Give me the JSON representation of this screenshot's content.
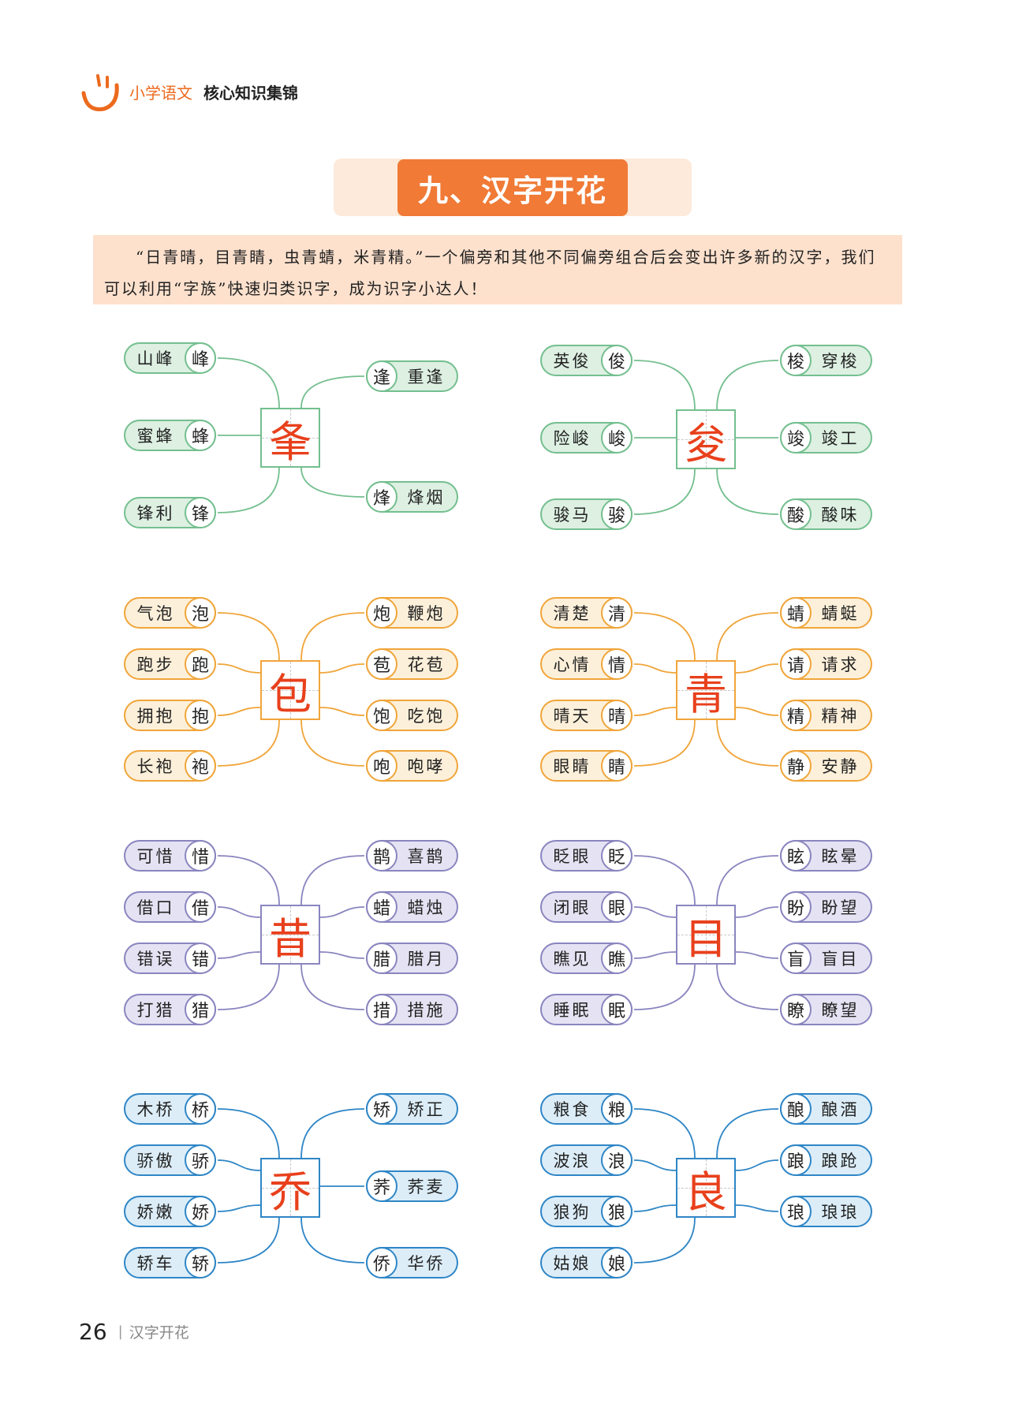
{
  "header": {
    "series": "小学语文",
    "book": "核心知识集锦",
    "logo_icon": "smile-icon"
  },
  "title": "九、汉字开花",
  "intro": "“日青晴，目青睛，虫青蜻，米青精。”一个偏旁和其他不同偏旁组合后会变出许多新的汉字，我们可以利用“字族”快速归类识字，成为识字小达人！",
  "colors": {
    "green": {
      "line": "#74bf8f",
      "fill": "#ddf0e2"
    },
    "orange": {
      "line": "#f0a53a",
      "fill": "#fdf0da"
    },
    "purple": {
      "line": "#8a85bf",
      "fill": "#e5e3f3"
    },
    "blue": {
      "line": "#2f86c6",
      "fill": "#dcedf8"
    },
    "center_char": "#e8401c"
  },
  "groups": [
    {
      "center": "夆",
      "theme": "green",
      "left": [
        {
          "word": "山峰",
          "char": "峰"
        },
        {
          "word": "蜜蜂",
          "char": "蜂"
        },
        {
          "word": "锋利",
          "char": "锋"
        }
      ],
      "right": [
        {
          "char": "逢",
          "word": "重逢"
        },
        {
          "char": "烽",
          "word": "烽烟"
        }
      ]
    },
    {
      "center": "夋",
      "theme": "green",
      "left": [
        {
          "word": "英俊",
          "char": "俊"
        },
        {
          "word": "险峻",
          "char": "峻"
        },
        {
          "word": "骏马",
          "char": "骏"
        }
      ],
      "right": [
        {
          "char": "梭",
          "word": "穿梭"
        },
        {
          "char": "竣",
          "word": "竣工"
        },
        {
          "char": "酸",
          "word": "酸味"
        }
      ]
    },
    {
      "center": "包",
      "theme": "orange",
      "left": [
        {
          "word": "气泡",
          "char": "泡"
        },
        {
          "word": "跑步",
          "char": "跑"
        },
        {
          "word": "拥抱",
          "char": "抱"
        },
        {
          "word": "长袍",
          "char": "袍"
        }
      ],
      "right": [
        {
          "char": "炮",
          "word": "鞭炮"
        },
        {
          "char": "苞",
          "word": "花苞"
        },
        {
          "char": "饱",
          "word": "吃饱"
        },
        {
          "char": "咆",
          "word": "咆哮"
        }
      ]
    },
    {
      "center": "青",
      "theme": "orange",
      "left": [
        {
          "word": "清楚",
          "char": "清"
        },
        {
          "word": "心情",
          "char": "情"
        },
        {
          "word": "晴天",
          "char": "晴"
        },
        {
          "word": "眼睛",
          "char": "睛"
        }
      ],
      "right": [
        {
          "char": "蜻",
          "word": "蜻蜓"
        },
        {
          "char": "请",
          "word": "请求"
        },
        {
          "char": "精",
          "word": "精神"
        },
        {
          "char": "静",
          "word": "安静"
        }
      ]
    },
    {
      "center": "昔",
      "theme": "purple",
      "left": [
        {
          "word": "可惜",
          "char": "惜"
        },
        {
          "word": "借口",
          "char": "借"
        },
        {
          "word": "错误",
          "char": "错"
        },
        {
          "word": "打猎",
          "char": "猎"
        }
      ],
      "right": [
        {
          "char": "鹊",
          "word": "喜鹊"
        },
        {
          "char": "蜡",
          "word": "蜡烛"
        },
        {
          "char": "腊",
          "word": "腊月"
        },
        {
          "char": "措",
          "word": "措施"
        }
      ]
    },
    {
      "center": "目",
      "theme": "purple",
      "left": [
        {
          "word": "眨眼",
          "char": "眨"
        },
        {
          "word": "闭眼",
          "char": "眼"
        },
        {
          "word": "瞧见",
          "char": "瞧"
        },
        {
          "word": "睡眠",
          "char": "眠"
        }
      ],
      "right": [
        {
          "char": "眩",
          "word": "眩晕"
        },
        {
          "char": "盼",
          "word": "盼望"
        },
        {
          "char": "盲",
          "word": "盲目"
        },
        {
          "char": "瞭",
          "word": "瞭望"
        }
      ]
    },
    {
      "center": "乔",
      "theme": "blue",
      "left": [
        {
          "word": "木桥",
          "char": "桥"
        },
        {
          "word": "骄傲",
          "char": "骄"
        },
        {
          "word": "娇嫩",
          "char": "娇"
        },
        {
          "word": "轿车",
          "char": "轿"
        }
      ],
      "right": [
        {
          "char": "矫",
          "word": "矫正"
        },
        {
          "char": "荞",
          "word": "荞麦"
        },
        {
          "char": "侨",
          "word": "华侨"
        }
      ]
    },
    {
      "center": "良",
      "theme": "blue",
      "left": [
        {
          "word": "粮食",
          "char": "粮"
        },
        {
          "word": "波浪",
          "char": "浪"
        },
        {
          "word": "狼狗",
          "char": "狼"
        },
        {
          "word": "姑娘",
          "char": "娘"
        }
      ],
      "right": [
        {
          "char": "酿",
          "word": "酿酒"
        },
        {
          "char": "踉",
          "word": "踉跄"
        },
        {
          "char": "琅",
          "word": "琅琅"
        }
      ]
    }
  ],
  "footer": {
    "page_number": "26",
    "section": "汉字开花"
  }
}
